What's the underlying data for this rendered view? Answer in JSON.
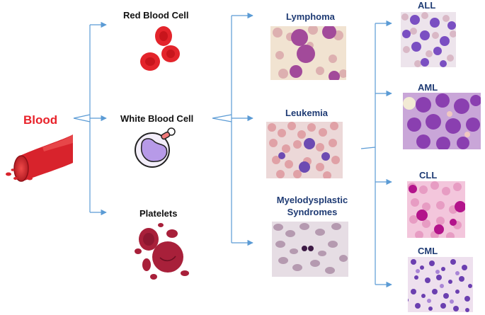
{
  "root": {
    "label": "Blood"
  },
  "blood_components": [
    {
      "label": "Red Blood Cell"
    },
    {
      "label": "White Blood Cell"
    },
    {
      "label": "Platelets"
    }
  ],
  "wbc_disorders": [
    {
      "label": "Lymphoma"
    },
    {
      "label": "Leukemia"
    },
    {
      "label": "Myelodysplastic Syndromes"
    }
  ],
  "leukemia_types": [
    {
      "label": "ALL"
    },
    {
      "label": "AML"
    },
    {
      "label": "CLL"
    },
    {
      "label": "CML"
    }
  ],
  "colors": {
    "arrow": "#5b9bd5",
    "root_label": "#e8222a",
    "disorder_label": "#1f3b74",
    "rbc": "#e3242b",
    "platelet": "#a8203a",
    "wbc_nucleus": "#b79ae8"
  }
}
